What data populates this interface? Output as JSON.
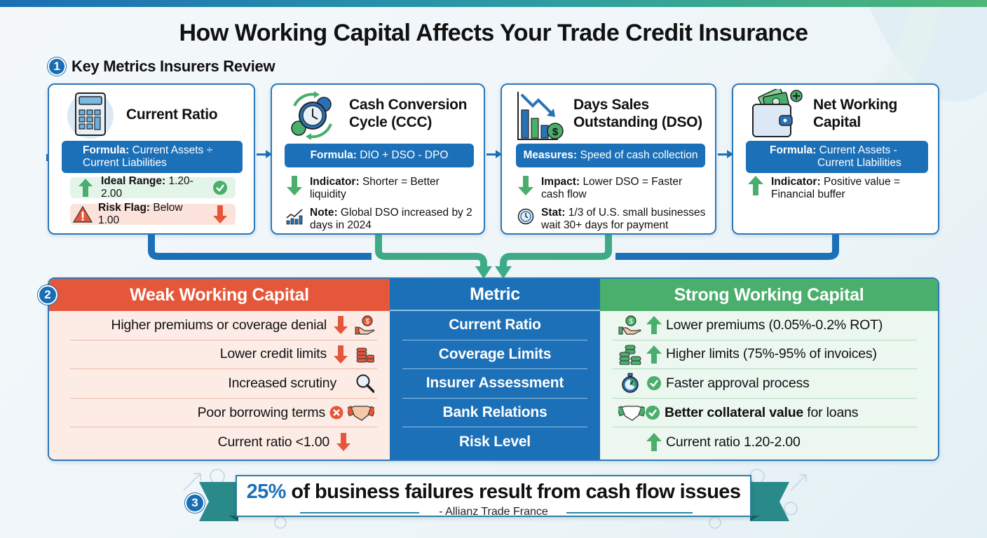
{
  "title": "How Working Capital Affects Your Trade Credit Insurance",
  "section1": {
    "number": "1",
    "heading": "Key Metrics Insurers Review",
    "cards": [
      {
        "icon": "calculator-icon",
        "title": "Current Ratio",
        "pill_label": "Formula:",
        "pill_text": "Current Assets ÷ Current Liabilities",
        "ideal_label": "Ideal Range:",
        "ideal_value": "1.20-2.00",
        "risk_label": "Risk Flag:",
        "risk_value": "Below 1.00"
      },
      {
        "icon": "clock-gears-cycle-icon",
        "title_line1": "Cash Conversion",
        "title_line2": "Cycle (CCC)",
        "pill_label": "Formula:",
        "pill_text": "DIO + DSO - DPO",
        "ind_label": "Indicator:",
        "ind_text": "Shorter = Better liquidity",
        "note_label": "Note:",
        "note_text": "Global DSO increased by 2 days in 2024"
      },
      {
        "icon": "declining-bar-chart-dollar-icon",
        "title_line1": "Days Sales",
        "title_line2": "Outstanding (DSO)",
        "pill_label": "Measures:",
        "pill_text": "Speed of cash collection",
        "ind_label": "Impact:",
        "ind_text": "Lower DSO = Faster cash flow",
        "stat_label": "Stat:",
        "stat_text": "1/3 of U.S. small businesses wait 30+ days for payment"
      },
      {
        "icon": "wallet-cash-icon",
        "title_line1": "Net Working",
        "title_line2": "Capital",
        "pill_label": "Formula:",
        "pill_text_line1": "Current Assets -",
        "pill_text_line2": "Current Llabilities",
        "ind_label": "Indicator:",
        "ind_text": "Positive value = Financial buffer"
      }
    ]
  },
  "section2": {
    "number": "2",
    "weak": {
      "header": "Weak Working Capital",
      "color": "#e4573a",
      "rows": [
        {
          "text": "Higher premiums or coverage denial",
          "icons": [
            "arrow-down-icon",
            "hand-coin-icon"
          ]
        },
        {
          "text": "Lower credit limits",
          "icons": [
            "arrow-down-icon",
            "coin-stack-icon"
          ]
        },
        {
          "text": "Increased scrutiny",
          "icons": [
            "magnifier-icon"
          ]
        },
        {
          "text": "Poor borrowing terms",
          "icons": [
            "x-circle-icon",
            "handshake-icon"
          ]
        },
        {
          "text": "Current ratio <1.00",
          "icons": [
            "arrow-down-icon"
          ]
        }
      ]
    },
    "metric": {
      "header": "Metric",
      "color": "#1c70b8",
      "rows": [
        "Current Ratio",
        "Coverage Limits",
        "Insurer Assessment",
        "Bank Relations",
        "Risk Level"
      ]
    },
    "strong": {
      "header": "Strong Working Capital",
      "color": "#4aae6c",
      "rows": [
        {
          "text": "Lower premiums (0.05%-0.2% ROT)",
          "icons": [
            "hand-coin-icon",
            "arrow-up-icon"
          ]
        },
        {
          "text": "Higher limits (75%-95% of invoices)",
          "icons": [
            "coin-stack-icon",
            "arrow-up-icon"
          ]
        },
        {
          "text": "Faster approval process",
          "icons": [
            "stopwatch-icon",
            "check-circle-icon"
          ]
        },
        {
          "text_bold": "Better collateral value",
          "text": " for loans",
          "icons": [
            "handshake-icon",
            "check-circle-icon"
          ]
        },
        {
          "text": "Current ratio 1.20-2.00",
          "icons": [
            "arrow-up-icon"
          ]
        }
      ]
    }
  },
  "section3": {
    "number": "3",
    "stat_pct": "25%",
    "stat_text": " of business failures result from cash flow issues",
    "source": "- Allianz Trade France"
  },
  "colors": {
    "blue": "#1c70b8",
    "orange": "#e4573a",
    "green": "#4aae6c",
    "weak_bg": "#fdece6",
    "strong_bg": "#ecf7ef"
  }
}
